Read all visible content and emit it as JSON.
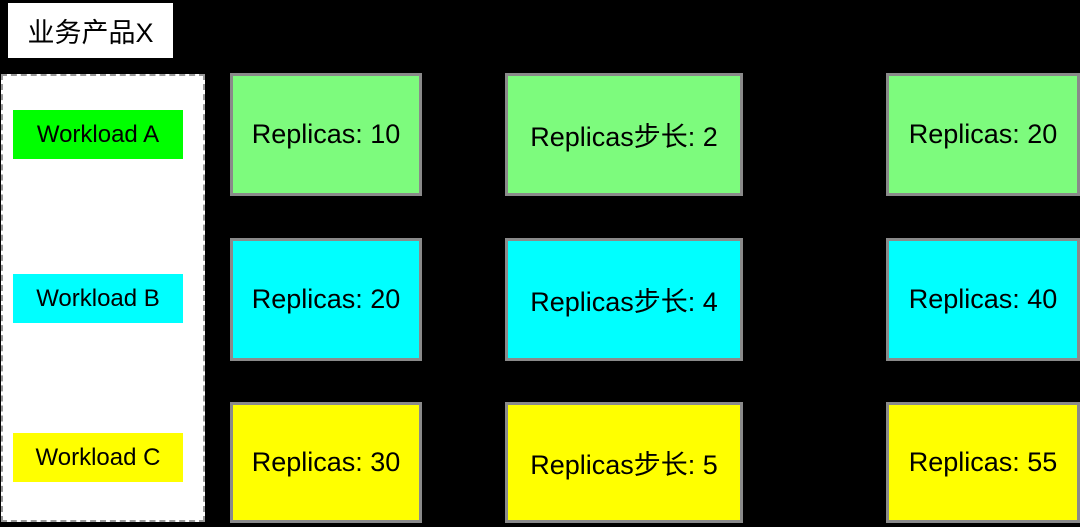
{
  "page": {
    "background_color": "#000000"
  },
  "title_box": {
    "label": "业务产品X",
    "background_color": "#FFFFFF",
    "text_color": "#000000"
  },
  "workload_group": {
    "background_color": "#FFFFFF",
    "border_color": "#999999",
    "workloads": [
      {
        "label": "Workload A",
        "color": "#00FF00"
      },
      {
        "label": "Workload B",
        "color": "#00FFFF"
      },
      {
        "label": "Workload C",
        "color": "#FFFF00"
      }
    ]
  },
  "grid": {
    "cell_border_color": "#8A8A8A",
    "rows": [
      {
        "row_color": "#7DFB7D",
        "cells": [
          "Replicas: 10",
          "Replicas步长: 2",
          "Replicas: 20"
        ]
      },
      {
        "row_color": "#00FFFF",
        "cells": [
          "Replicas: 20",
          "Replicas步长: 4",
          "Replicas: 40"
        ]
      },
      {
        "row_color": "#FFFF00",
        "cells": [
          "Replicas: 30",
          "Replicas步长: 5",
          "Replicas: 55"
        ]
      }
    ]
  }
}
